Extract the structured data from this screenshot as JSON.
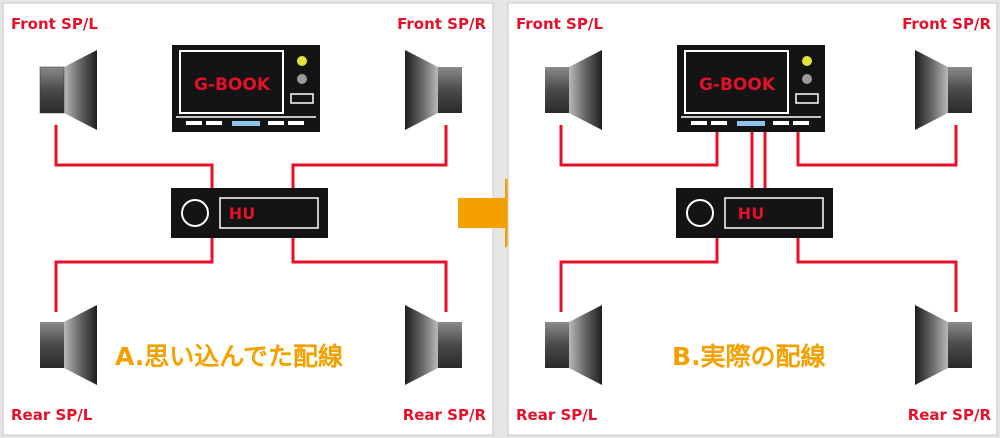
{
  "colors": {
    "wire": "#e5102a",
    "label": "#e5102a",
    "arrow": "#f4a100",
    "caption": "#f4a100",
    "device": "#141414",
    "device_text": "#e5102a",
    "button_yellow": "#e4e23c",
    "button_gray": "#9a9a9a",
    "slot_blue": "#8fc4ea",
    "panel_bg": "#ffffff",
    "panel_border": "#c8c8c8"
  },
  "icons": [
    "speaker-icon",
    "arrow-right-icon",
    "navigation-unit-icon",
    "head-unit-icon"
  ],
  "panel_a": {
    "speaker_front_left_label": "Front SP/L",
    "speaker_front_right_label": "Front SP/R",
    "speaker_rear_left_label": "Rear SP/L",
    "speaker_rear_right_label": "Rear SP/R",
    "gbook_label": "G-BOOK",
    "hu_label": "HU",
    "caption": "A.思い込んでた配線"
  },
  "panel_b": {
    "speaker_front_left_label": "Front SP/L",
    "speaker_front_right_label": "Front SP/R",
    "speaker_rear_left_label": "Rear SP/L",
    "speaker_rear_right_label": "Rear SP/R",
    "gbook_label": "G-BOOK",
    "hu_label": "HU",
    "caption": "B.実際の配線"
  }
}
